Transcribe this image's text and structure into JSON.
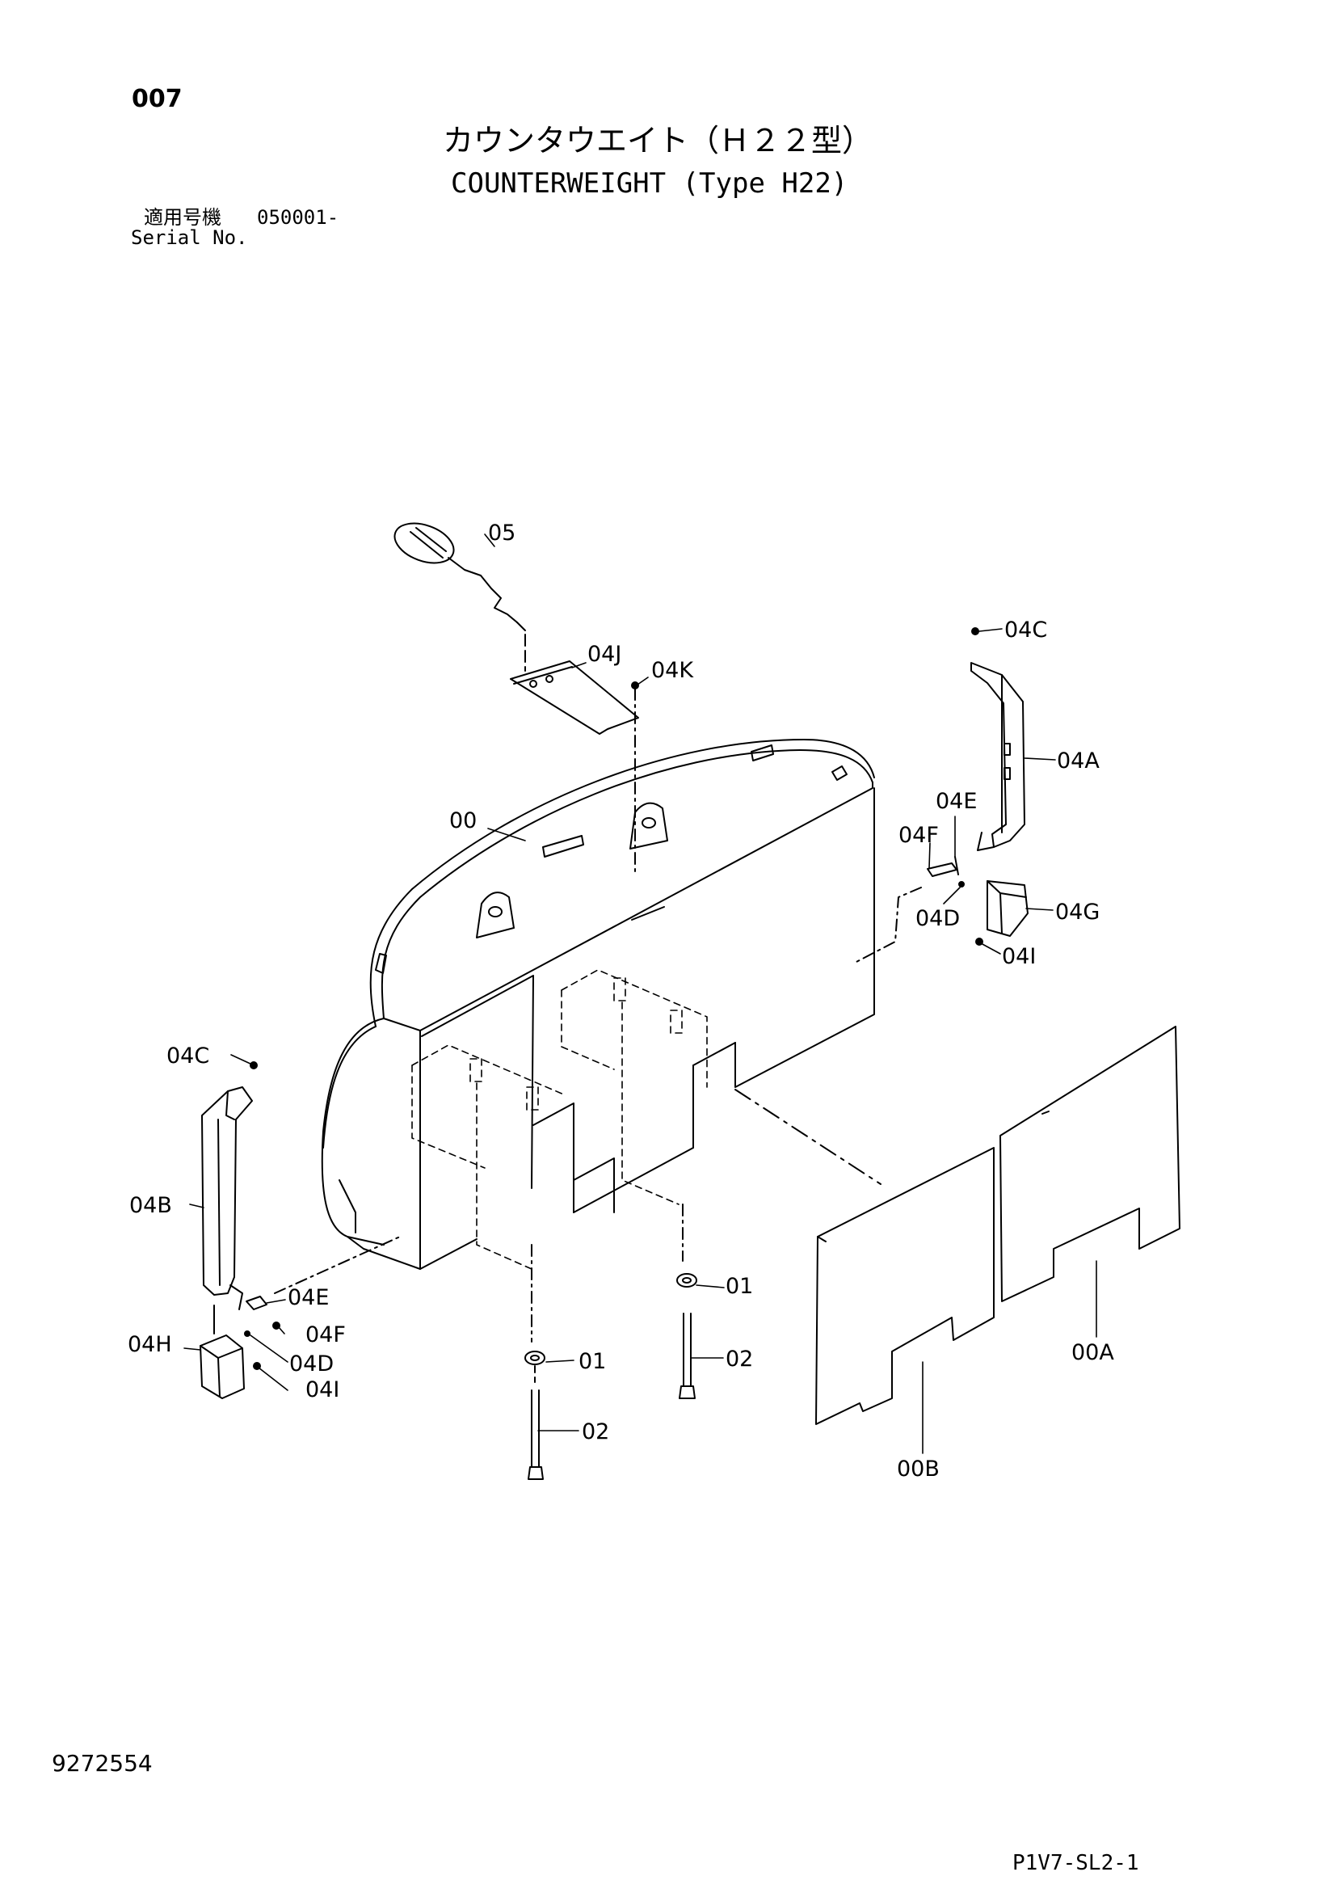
{
  "header": {
    "page_no": "007",
    "title_jp": "カウンタウエイト（Ｈ２２型）",
    "title_en": "COUNTERWEIGHT (Type H22)",
    "serial_label_jp": "適用号機",
    "serial_value": "050001-",
    "serial_label_en": "Serial No."
  },
  "footer": {
    "doc_number": "9272554",
    "sheet_ref": "P1V7-SL2-1"
  },
  "callouts": {
    "c05": "05",
    "c04J": "04J",
    "c04K": "04K",
    "c04C_right": "04C",
    "c04A": "04A",
    "c04E_right": "04E",
    "c04F_right": "04F",
    "c04D_right": "04D",
    "c04G": "04G",
    "c04I_right": "04I",
    "c00": "00",
    "c04C_left": "04C",
    "c04B": "04B",
    "c04E_left": "04E",
    "c04F_left": "04F",
    "c04D_left": "04D",
    "c04H": "04H",
    "c04I_left": "04I",
    "c01_left": "01",
    "c02_left": "02",
    "c01_right": "01",
    "c02_right": "02",
    "c00A": "00A",
    "c00B": "00B"
  }
}
